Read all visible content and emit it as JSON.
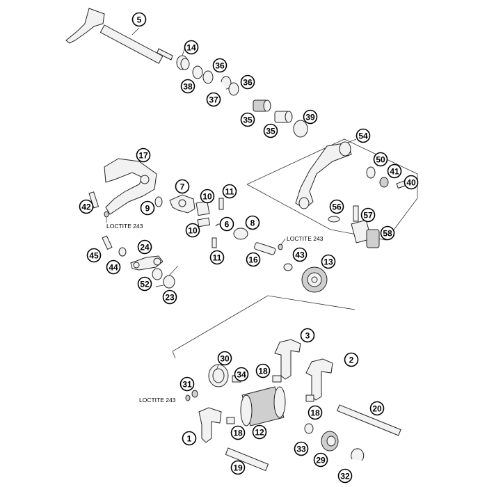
{
  "callouts": [
    {
      "id": "p5",
      "label": "5"
    },
    {
      "id": "p14",
      "label": "14"
    },
    {
      "id": "p36a",
      "label": "36"
    },
    {
      "id": "p38",
      "label": "38"
    },
    {
      "id": "p36b",
      "label": "36"
    },
    {
      "id": "p37",
      "label": "37"
    },
    {
      "id": "p35a",
      "label": "35"
    },
    {
      "id": "p35b",
      "label": "35"
    },
    {
      "id": "p39",
      "label": "39"
    },
    {
      "id": "p54",
      "label": "54"
    },
    {
      "id": "p17",
      "label": "17"
    },
    {
      "id": "p50",
      "label": "50"
    },
    {
      "id": "p41",
      "label": "41"
    },
    {
      "id": "p40",
      "label": "40"
    },
    {
      "id": "p7",
      "label": "7"
    },
    {
      "id": "p10a",
      "label": "10"
    },
    {
      "id": "p11a",
      "label": "11"
    },
    {
      "id": "p42",
      "label": "42"
    },
    {
      "id": "p9",
      "label": "9"
    },
    {
      "id": "p56",
      "label": "56"
    },
    {
      "id": "p57",
      "label": "57"
    },
    {
      "id": "p8",
      "label": "8"
    },
    {
      "id": "p6",
      "label": "6"
    },
    {
      "id": "p10b",
      "label": "10"
    },
    {
      "id": "p58",
      "label": "58"
    },
    {
      "id": "p11b",
      "label": "11"
    },
    {
      "id": "p24",
      "label": "24"
    },
    {
      "id": "p16",
      "label": "16"
    },
    {
      "id": "p43",
      "label": "43"
    },
    {
      "id": "p45",
      "label": "45"
    },
    {
      "id": "p44",
      "label": "44"
    },
    {
      "id": "p13",
      "label": "13"
    },
    {
      "id": "p52",
      "label": "52"
    },
    {
      "id": "p23",
      "label": "23"
    },
    {
      "id": "p3",
      "label": "3"
    },
    {
      "id": "p30",
      "label": "30"
    },
    {
      "id": "p2",
      "label": "2"
    },
    {
      "id": "p34",
      "label": "34"
    },
    {
      "id": "p18a",
      "label": "18"
    },
    {
      "id": "p31",
      "label": "31"
    },
    {
      "id": "p20",
      "label": "20"
    },
    {
      "id": "p18b",
      "label": "18"
    },
    {
      "id": "p1",
      "label": "1"
    },
    {
      "id": "p18c",
      "label": "18"
    },
    {
      "id": "p12",
      "label": "12"
    },
    {
      "id": "p33",
      "label": "33"
    },
    {
      "id": "p29",
      "label": "29"
    },
    {
      "id": "p19",
      "label": "19"
    },
    {
      "id": "p32",
      "label": "32"
    }
  ],
  "loctite": [
    {
      "id": "lt1",
      "label": "LOCTITE 243"
    },
    {
      "id": "lt2",
      "label": "LOCTITE 243"
    },
    {
      "id": "lt3",
      "label": "LOCTITE 243"
    }
  ]
}
